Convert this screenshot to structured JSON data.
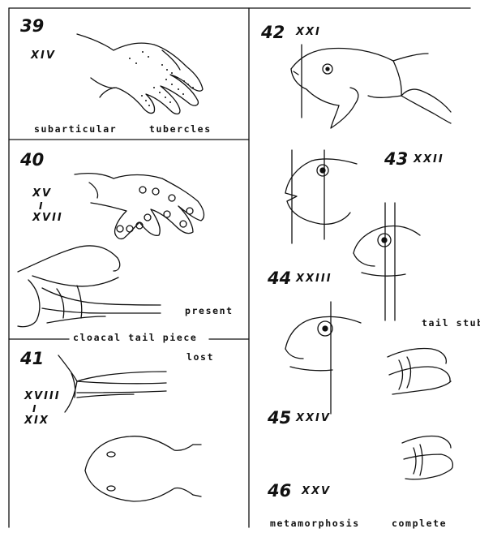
{
  "panels": {
    "p39": {
      "number": "39",
      "stage": "XIV",
      "caption_left": "subarticular",
      "caption_right": "tubercles"
    },
    "p40": {
      "number": "40",
      "stage_top": "XV",
      "stage_sep": "I",
      "stage_bottom": "XVII",
      "present_label": "present",
      "cloacal_label": "cloacal tail piece"
    },
    "p41": {
      "number": "41",
      "stage_top": "XVIII",
      "stage_sep": "I",
      "stage_bottom": "XIX",
      "lost_label": "lost"
    },
    "p42": {
      "number": "42",
      "stage": "XXI"
    },
    "p43": {
      "number": "43",
      "stage": "XXII"
    },
    "p44": {
      "number": "44",
      "stage": "XXIII"
    },
    "p45": {
      "number": "45",
      "stage": "XXIV"
    },
    "p46": {
      "number": "46",
      "stage": "XXV"
    },
    "tail_stub_label": "tail stub",
    "bottom_caption_left": "metamorphosis",
    "bottom_caption_right": "complete"
  }
}
